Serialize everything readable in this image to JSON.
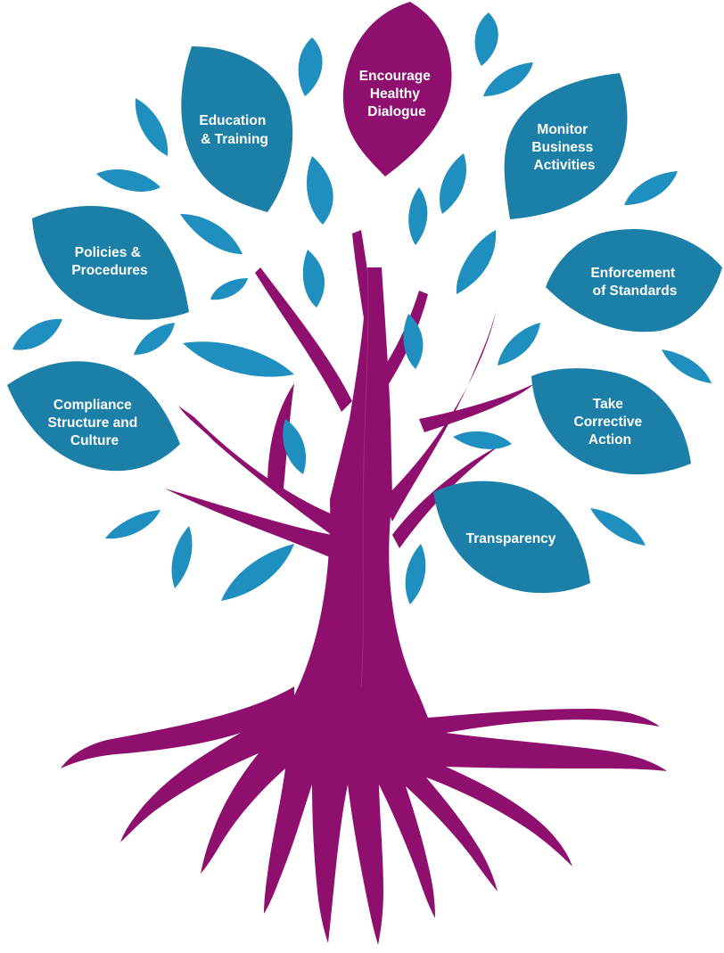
{
  "colors": {
    "leaf_blue": "#1b7fa8",
    "leaf_small": "#1f8fbf",
    "leaf_accent": "#8e0f6e",
    "trunk": "#8e0f6e",
    "label_text": "#ffffff"
  },
  "leaves": [
    {
      "id": "encourage-dialogue",
      "lines": [
        "Encourage",
        "Healthy",
        "Dialogue"
      ],
      "highlight": true
    },
    {
      "id": "education-training",
      "lines": [
        "Education",
        "& Training"
      ],
      "highlight": false
    },
    {
      "id": "monitor-business",
      "lines": [
        "Monitor",
        "Business",
        "Activities"
      ],
      "highlight": false
    },
    {
      "id": "policies-procedures",
      "lines": [
        "Policies &",
        "Procedures"
      ],
      "highlight": false
    },
    {
      "id": "enforcement-standards",
      "lines": [
        "Enforcement",
        "of Standards"
      ],
      "highlight": false
    },
    {
      "id": "compliance-structure",
      "lines": [
        "Compliance",
        "Structure and",
        "Culture"
      ],
      "highlight": false
    },
    {
      "id": "take-corrective-action",
      "lines": [
        "Take",
        "Corrective",
        "Action"
      ],
      "highlight": false
    },
    {
      "id": "transparency",
      "lines": [
        "Transparency"
      ],
      "highlight": false
    }
  ]
}
